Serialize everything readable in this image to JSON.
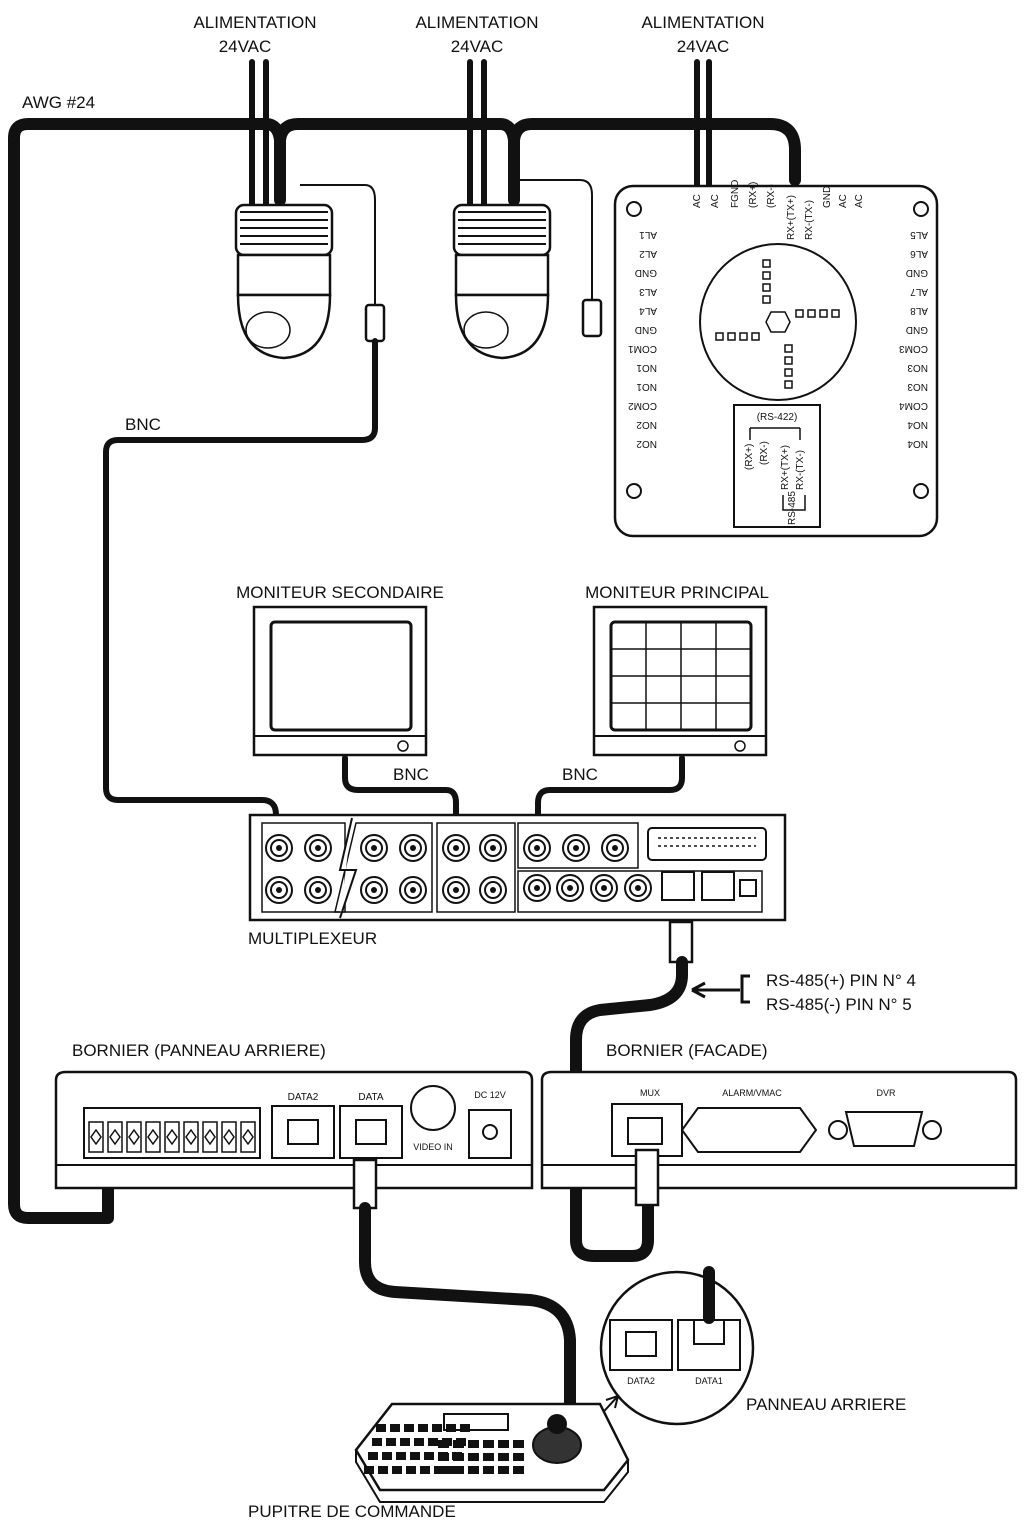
{
  "labels": {
    "power_supply": [
      "ALIMENTATION",
      "24VAC"
    ],
    "awg": "AWG #24",
    "bnc": "BNC",
    "secondary_monitor": "MONITEUR SECONDAIRE",
    "main_monitor": "MONITEUR PRINCIPAL",
    "multiplexer": "MULTIPLEXEUR",
    "rs485_plus": "RS-485(+) PIN N° 4",
    "rs485_minus": "RS-485(-) PIN N° 5",
    "terminal_rear": "BORNIER (PANNEAU ARRIERE)",
    "terminal_front": "BORNIER (FACADE)",
    "rear_panel": "PANNEAU ARRIERE",
    "control_desk": "PUPITRE DE COMMANDE"
  },
  "camera_board": {
    "top_pins": [
      "AC",
      "AC",
      "FGND",
      "(RX+)",
      "(RX-)",
      "RX+(TX+)",
      "RX-(TX-)",
      "GND",
      "AC",
      "AC"
    ],
    "left_terminals": [
      "AL1",
      "AL2",
      "GND",
      "AL3",
      "AL4",
      "GND",
      "COM1",
      "NO1",
      "NO1",
      "COM2",
      "NO2",
      "NO2"
    ],
    "right_terminals": [
      "AL5",
      "AL6",
      "GND",
      "AL7",
      "AL8",
      "GND",
      "COM3",
      "NO3",
      "NO3",
      "COM4",
      "NO4",
      "NO4"
    ],
    "protocol_labels": [
      "(RS-422)",
      "(RX+)",
      "(RX-)",
      "RX+(TX+)",
      "RX-(TX-)",
      "RS-485"
    ]
  },
  "keyboard_rear": {
    "port_labels": [
      "DATA",
      "DATA2",
      "DC 12V",
      "VIDEO IN"
    ],
    "inset_ports": [
      "DATA2",
      "DATA1"
    ]
  },
  "terminal_front_ports": [
    "MUX",
    "ALARM/VMAC",
    "DVR"
  ],
  "colors": {
    "line": "#111111",
    "background": "#ffffff"
  }
}
